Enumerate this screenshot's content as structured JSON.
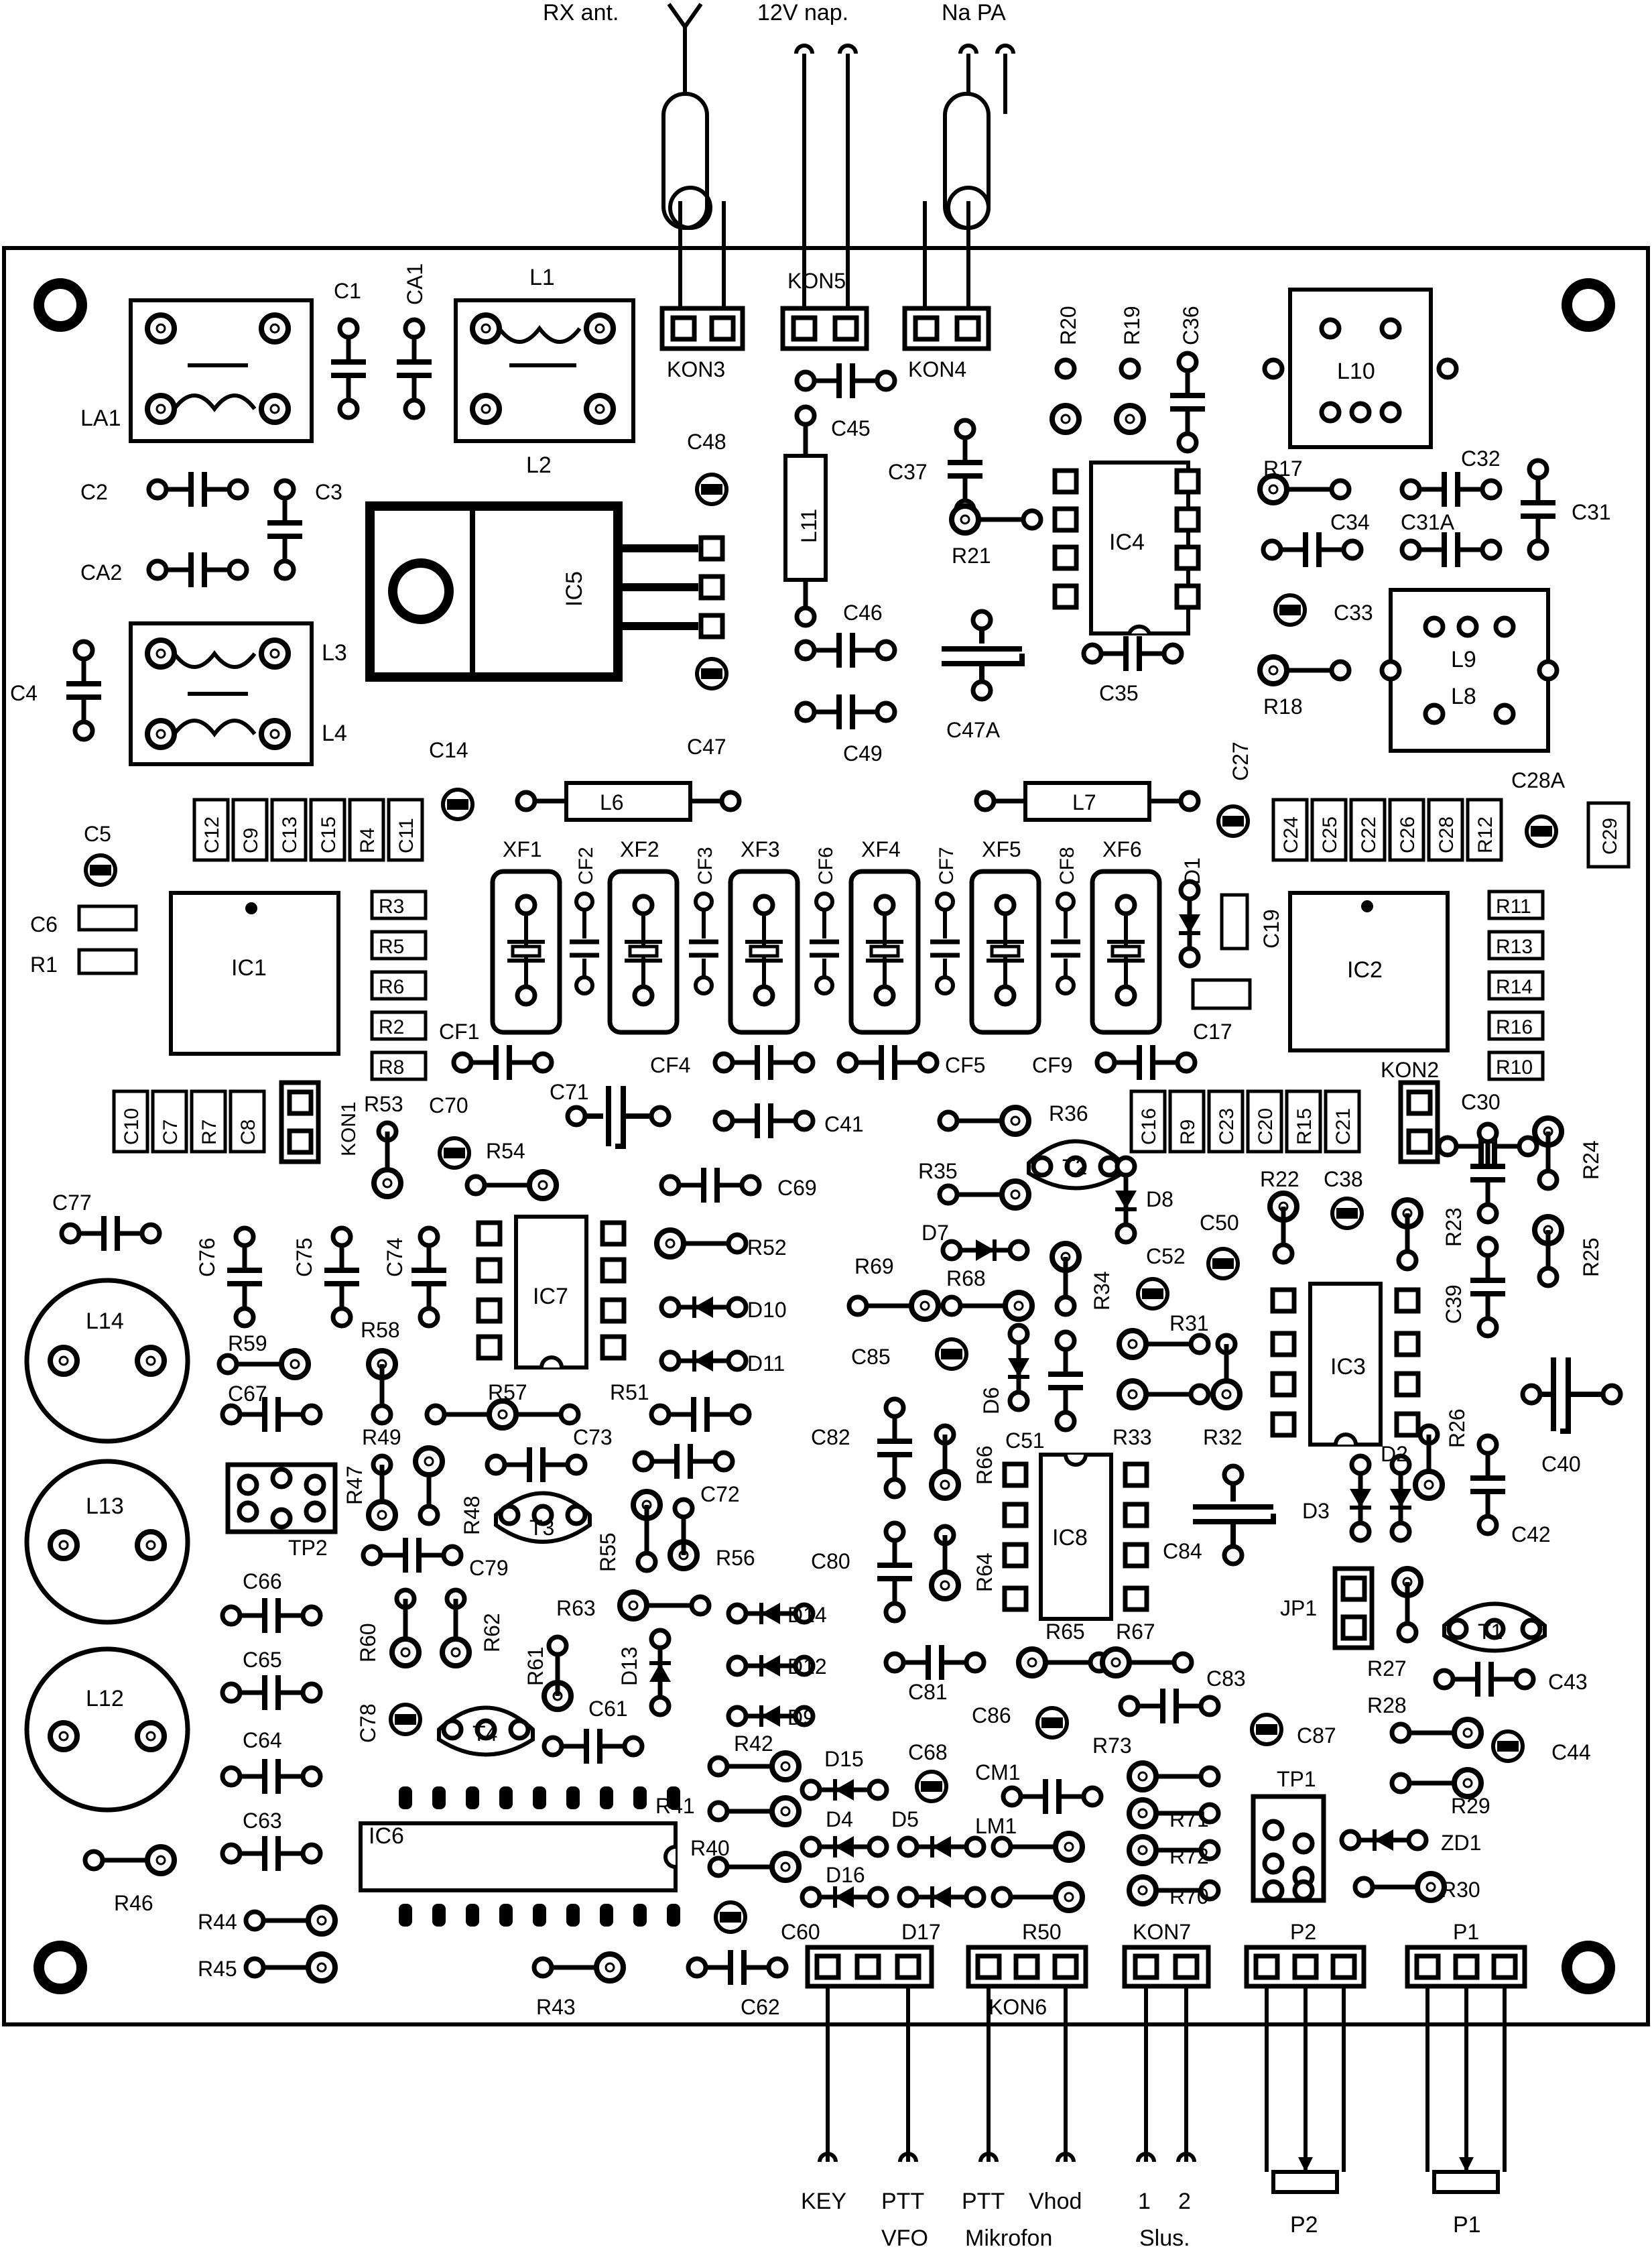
{
  "wires": {
    "rx": "RX ant.",
    "pwr": "12V nap.",
    "pa": "Na PA"
  },
  "connectors": {
    "kon1": "KON1",
    "kon2": "KON2",
    "kon3": "KON3",
    "kon4": "KON4",
    "kon5": "KON5",
    "kon6": "KON6",
    "kon7": "KON7"
  },
  "bottom": {
    "key": "KEY",
    "ptt_vfo": "PTT",
    "vfo": "VFO",
    "ptt_mic": "PTT",
    "vhod": "Vhod",
    "mikrofon": "Mikrofon",
    "sl1": "1",
    "sl2": "2",
    "slusalke": "Slus.",
    "p2": "P2",
    "p1": "P1"
  },
  "ics": {
    "ic1": "IC1",
    "ic2": "IC2",
    "ic3": "IC3",
    "ic4": "IC4",
    "ic5": "IC5",
    "ic6": "IC6",
    "ic7": "IC7",
    "ic8": "IC8"
  },
  "coils": {
    "la1": "LA1",
    "l1": "L1",
    "l2": "L2",
    "l3": "L3",
    "l4": "L4",
    "l6": "L6",
    "l7": "L7",
    "l8": "L8",
    "l9": "L9",
    "l10": "L10",
    "l11": "L11",
    "l12": "L12",
    "l13": "L13",
    "l14": "L14",
    "lm1": "LM1",
    "cm1": "CM1"
  },
  "filters": [
    "XF1",
    "XF2",
    "XF3",
    "XF4",
    "XF5",
    "XF6"
  ],
  "filter_caps": [
    "CF2",
    "CF3",
    "CF6",
    "CF7",
    "CF8"
  ],
  "transistors": [
    "T1",
    "T2",
    "T3",
    "T4"
  ],
  "pots": {
    "tp1": "TP1",
    "tp2": "TP2",
    "jp1": "JP1",
    "p1": "P1",
    "p2": "P2"
  },
  "top_row_left": [
    "C12",
    "C9",
    "C13",
    "C15",
    "R4",
    "C11"
  ],
  "top_row_right": [
    "C24",
    "C25",
    "C22",
    "C26",
    "C28",
    "R12"
  ],
  "res_ic1": [
    "R3",
    "R5",
    "R6",
    "R2",
    "R8"
  ],
  "res_ic2": [
    "R11",
    "R13",
    "R14",
    "R16",
    "R10"
  ],
  "row_mid": [
    "C10",
    "C7",
    "R7",
    "C8"
  ],
  "row_mid2": [
    "C16",
    "R9",
    "C23",
    "C20",
    "R15",
    "C21"
  ],
  "labels": {
    "c1": "C1",
    "ca1": "CA1",
    "c2": "C2",
    "c3": "C3",
    "ca2": "CA2",
    "c4": "C4",
    "c5": "C5",
    "c6": "C6",
    "r1": "R1",
    "c14": "C14",
    "c48": "C48",
    "c47": "C47",
    "c45": "C45",
    "c46": "C46",
    "c49": "C49",
    "c37": "C37",
    "r21": "R21",
    "c47a": "C47A",
    "r20": "R20",
    "r19": "R19",
    "c36": "C36",
    "c35": "C35",
    "r17": "R17",
    "c34": "C34",
    "c32": "C32",
    "c31a": "C31A",
    "c31": "C31",
    "c33": "C33",
    "r18": "R18",
    "c27": "C27",
    "c28a": "C28A",
    "c29": "C29",
    "d1": "D1",
    "c19": "C19",
    "c17": "C17",
    "cf1": "CF1",
    "cf4": "CF4",
    "cf5": "CF5",
    "cf9": "CF9",
    "c71": "C71",
    "c41": "C41",
    "r53": "R53",
    "c70": "C70",
    "r54": "R54",
    "c69": "C69",
    "c77": "C77",
    "c76": "C76",
    "c75": "C75",
    "c74": "C74",
    "r52": "R52",
    "d10": "D10",
    "d11": "D11",
    "r59": "R59",
    "r58": "R58",
    "c67": "C67",
    "r57": "R57",
    "r51": "R51",
    "r49": "R49",
    "c73": "C73",
    "r47": "R47",
    "r48": "R48",
    "c72": "C72",
    "r55": "R55",
    "r56": "R56",
    "c79": "C79",
    "c66": "C66",
    "r60": "R60",
    "r62": "R62",
    "r63": "R63",
    "d14": "D14",
    "c65": "C65",
    "d13": "D13",
    "d12": "D12",
    "r61": "R61",
    "c78": "C78",
    "c61": "C61",
    "d9": "D9",
    "c64": "C64",
    "r42": "R42",
    "r41": "R41",
    "c63": "C63",
    "r40": "R40",
    "r46": "R46",
    "r44": "R44",
    "r45": "R45",
    "r43": "R43",
    "c60": "C60",
    "c62": "C62",
    "r36": "R36",
    "r35": "R35",
    "d8": "D8",
    "d7": "D7",
    "r69": "R69",
    "r68": "R68",
    "r34": "R34",
    "c52": "C52",
    "c50": "C50",
    "r31": "R31",
    "c85": "C85",
    "d6": "D6",
    "c82": "C82",
    "r66": "R66",
    "c51": "C51",
    "r33": "R33",
    "r32": "R32",
    "c80": "C80",
    "r64": "R64",
    "c84": "C84",
    "r65": "R65",
    "r67": "R67",
    "c81": "C81",
    "c83": "C83",
    "c86": "C86",
    "r73": "R73",
    "c87": "C87",
    "c68": "C68",
    "d15": "D15",
    "d4": "D4",
    "d5": "D5",
    "d16": "D16",
    "d17": "D17",
    "r50": "R50",
    "r71": "R71",
    "r72": "R72",
    "r70": "R70",
    "r22": "R22",
    "c38": "C38",
    "r23": "R23",
    "c30": "C30",
    "r24": "R24",
    "r25": "R25",
    "c39": "C39",
    "c40": "C40",
    "r26": "R26",
    "d2": "D2",
    "d3": "D3",
    "c42": "C42",
    "r27": "R27",
    "c43": "C43",
    "r28": "R28",
    "c44": "C44",
    "r29": "R29",
    "zd1": "ZD1",
    "r30": "R30"
  }
}
